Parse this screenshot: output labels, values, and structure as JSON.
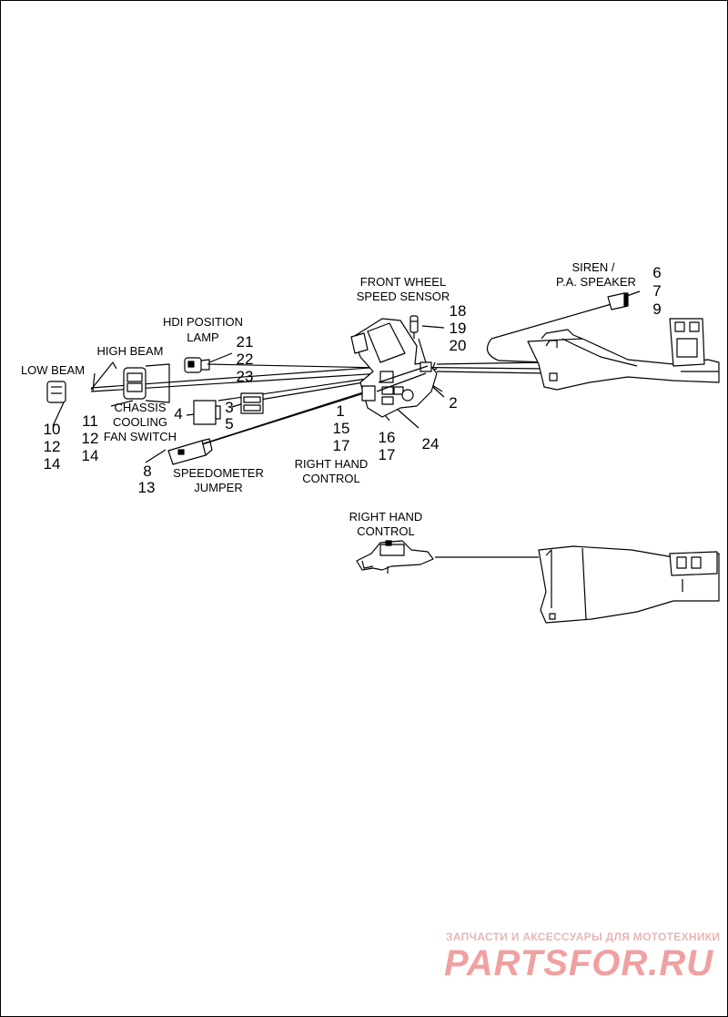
{
  "labels": {
    "low_beam": "LOW BEAM",
    "high_beam": "HIGH BEAM",
    "hdi_position_lamp_line1": "HDI POSITION",
    "hdi_position_lamp_line2": "LAMP",
    "front_wheel_speed_sensor_line1": "FRONT WHEEL",
    "front_wheel_speed_sensor_line2": "SPEED SENSOR",
    "siren_line1": "SIREN /",
    "siren_line2": "P.A. SPEAKER",
    "chassis_cooling_line1": "CHASSIS",
    "chassis_cooling_line2": "COOLING",
    "chassis_cooling_line3": "FAN SWITCH",
    "speedometer_line1": "SPEEDOMETER",
    "speedometer_line2": "JUMPER",
    "right_hand_control_top_line1": "RIGHT HAND",
    "right_hand_control_top_line2": "CONTROL",
    "right_hand_control_bottom_line1": "RIGHT HAND",
    "right_hand_control_bottom_line2": "CONTROL"
  },
  "callouts": {
    "siren": [
      "6",
      "7",
      "9"
    ],
    "speed_sensor": [
      "18",
      "19",
      "20"
    ],
    "hdi": [
      "21",
      "22",
      "23"
    ],
    "low_beam": [
      "10",
      "12",
      "14"
    ],
    "high_beam": [
      "11",
      "12",
      "14"
    ],
    "fan_switch_left": "4",
    "fan_switch_right": [
      "3",
      "5"
    ],
    "speedometer": [
      "8",
      "13"
    ],
    "rhc_left": [
      "1",
      "15",
      "17"
    ],
    "rhc_right": [
      "16",
      "17"
    ],
    "item_24": "24",
    "item_2": "2"
  },
  "watermark": {
    "line1": "ЗАПЧАСТИ И АКСЕССУАРЫ ДЛЯ МОТОТЕХНИКИ",
    "line2": "PARTSFOR.RU"
  },
  "colors": {
    "ink": "#000000",
    "watermark": "#f0a0a0"
  }
}
